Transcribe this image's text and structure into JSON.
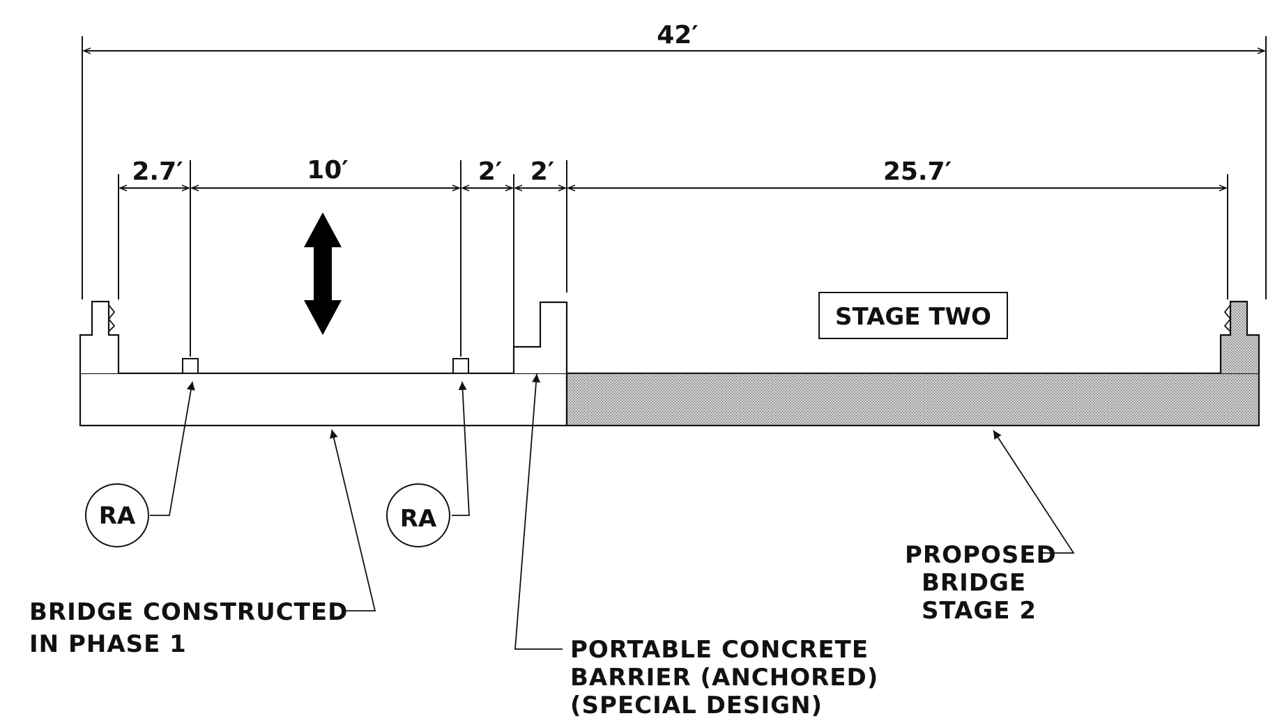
{
  "dimensions": {
    "overall": "42′",
    "seg_a": "2.7′",
    "seg_b": "10′",
    "seg_c": "2′",
    "seg_d": "2′",
    "seg_e": "25.7′"
  },
  "stage_label": "STAGE TWO",
  "callouts": {
    "ra_left": "RA",
    "ra_right": "RA",
    "phase1": [
      "BRIDGE CONSTRUCTED",
      "IN PHASE 1"
    ],
    "barrier": [
      "PORTABLE CONCRETE",
      "BARRIER (ANCHORED)",
      "(SPECIAL DESIGN)"
    ],
    "proposed": [
      "PROPOSED",
      "BRIDGE",
      "STAGE 2"
    ]
  },
  "colors": {
    "line": "#111111",
    "stage2_fill": "#9a9a9a",
    "background": "#ffffff"
  },
  "icons": {
    "traffic_direction": "double-arrow-vertical-icon"
  }
}
